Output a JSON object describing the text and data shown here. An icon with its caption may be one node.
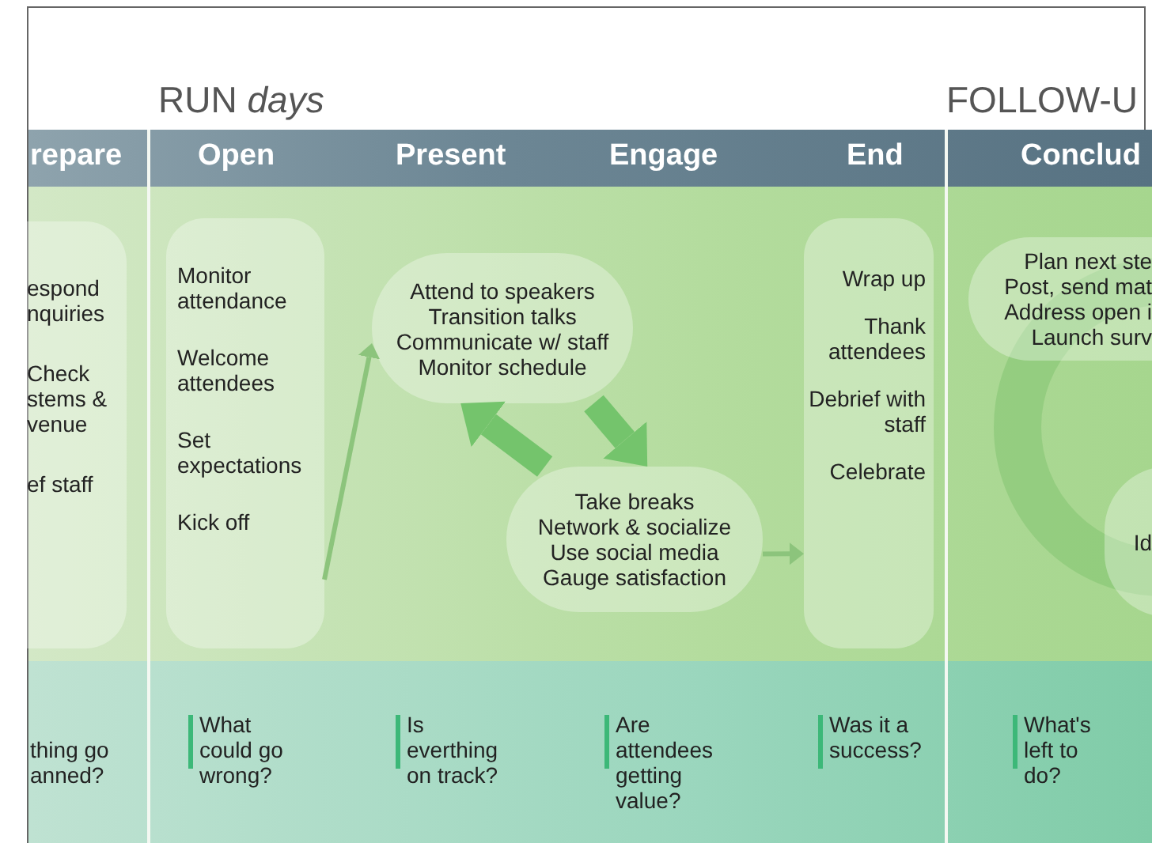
{
  "diagram": {
    "nodes": [
      {
        "text": [
          "espond nquiries",
          "Check stems & venue",
          "ef staff"
        ]
      },
      {
        "text": [
          "Monitor attendance",
          "Welcome attendees",
          "Set expectations",
          "Kick off"
        ]
      },
      {
        "text": [
          "Attend to speakers",
          "Transition talks",
          "Communicate w/ staff",
          "Monitor schedule"
        ]
      },
      {
        "text": [
          "Take breaks",
          "Network & socialize",
          "Use social media",
          "Gauge satisfaction"
        ]
      },
      {
        "text": [
          "Wrap up",
          "Thank attendees",
          "Debrief with staff",
          "Celebrate"
        ]
      },
      {
        "text": [
          "Plan next ste",
          "Post, send mat",
          "Address open i",
          "Launch surv"
        ]
      },
      {
        "text": [
          "Id"
        ]
      }
    ],
    "edges": [
      {
        "from": 1,
        "to": 2,
        "arrow": "to"
      },
      {
        "from": 2,
        "to": 3,
        "arrow": "to",
        "style": "thick",
        "color": "#74c46c"
      },
      {
        "from": 3,
        "to": 2,
        "arrow": "to",
        "style": "thick",
        "color": "#74c46c"
      },
      {
        "from": 3,
        "to": 4,
        "arrow": "to"
      }
    ],
    "labels": [
      "RUN *days*",
      "FOLLOW-U",
      "repare",
      "Open",
      "Present",
      "Engage",
      "End",
      "Conclud",
      "thing go anned?",
      "What could go wrong?",
      "Is everthing on track?",
      "Are attendees getting value?",
      "Was it a success?",
      "What's left to do?"
    ]
  }
}
